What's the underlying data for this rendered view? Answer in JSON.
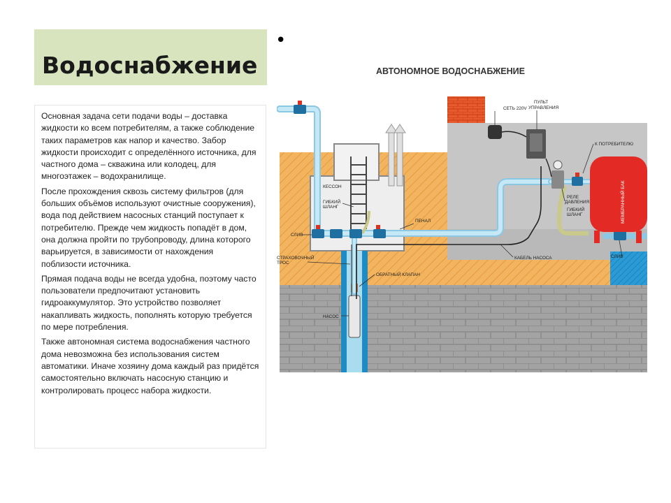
{
  "slide": {
    "title": "Водоснабжение",
    "bullet": "•",
    "paragraphs": [
      "Основная задача сети подачи воды – доставка жидкости ко всем потребителям, а также соблюдение таких параметров как напор и качество. Забор жидкости происходит с определённого источника, для частного дома – скважина или колодец, для многоэтажек – водохранилище.",
      "После прохождения сквозь систему фильтров (для больших объёмов используют очистные сооружения), вода под действием насосных станций поступает к потребителю. Прежде чем жидкость попадёт в дом, она должна пройти по трубопроводу, длина которого варьируется, в зависимости от нахождения поблизости источника.",
      "Прямая подача воды не всегда удобна, поэтому часто пользователи предпочитают установить гидроаккумулятор. Это устройство позволяет накапливать жидкость, пополнять которую требуется по мере потребления.",
      "Также автономная система водоснабжения частного дома невозможна без использования систем автоматики. Иначе хозяину дома каждый раз придётся самостоятельно включать насосную станцию и контролировать процесс набора жидкости."
    ]
  },
  "diagram": {
    "title": "АВТОНОМНОЕ ВОДОСНАБЖЕНИЕ",
    "labels": {
      "kesson": "КЕССОН",
      "hose_left_1": "ГИБКИЙ",
      "hose_left_2": "ШЛАНГ",
      "drain_left": "СЛИВ",
      "penal": "ПЕНАЛ",
      "safety_1": "СТРАХОВОЧНЫЙ",
      "safety_2": "ТРОС",
      "check_valve": "ОБРАТНЫЙ КЛАПАН",
      "pump": "НАСОС",
      "network": "СЕТЬ 220V",
      "control_1": "ПУЛЬТ",
      "control_2": "УПРАВЛЕНИЯ",
      "to_consumer": "К ПОТРЕБИТЕЛЮ",
      "relay_1": "РЕЛЕ",
      "relay_2": "ДАВЛЕНИЯ",
      "hose_right_1": "ГИБКИЙ",
      "hose_right_2": "ШЛАНГ",
      "tank": "МЕМБРАННЫЙ БАК",
      "cable": "КАБЕЛЬ НАСОСА",
      "drain_right": "СЛИВ"
    },
    "colors": {
      "soil": "#f3b45f",
      "brick_wall": "#9b9b9b",
      "house": "#c9c9c9",
      "chimney": "#e8592b",
      "water": "#a8dcee",
      "pipe_blue": "#1f8bc4",
      "tank_red": "#e32a25",
      "drain_pool": "#2a9bd6"
    }
  }
}
